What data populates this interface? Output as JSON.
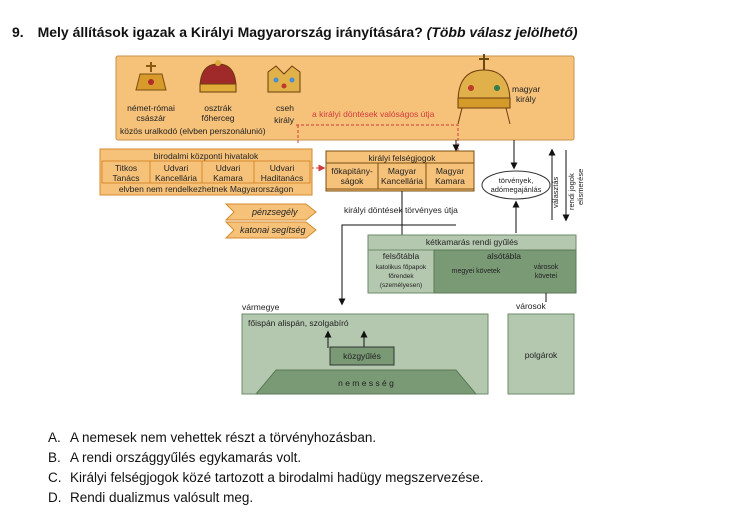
{
  "question": {
    "number": "9.",
    "text": "Mely állítások igazak a Királyi Magyarország irányítására?",
    "hint": "(Több válasz jelölhető)"
  },
  "diagram": {
    "top_box": {
      "ruler1_line1": "német-római",
      "ruler1_line2": "császár",
      "ruler2_line1": "osztrák",
      "ruler2_line2": "főherceg",
      "ruler3_line1": "cseh",
      "ruler3_line2": "király",
      "common_ruler": "közös uralkodó (elvben perszonálunió)",
      "real_decisions": "a királyi döntések valóságos útja",
      "hungarian_king_line1": "magyar",
      "hungarian_king_line2": "király"
    },
    "imperial_offices": {
      "title": "birodalmi központi hivatalok",
      "office1_line1": "Titkos",
      "office1_line2": "Tanács",
      "office2_line1": "Udvari",
      "office2_line2": "Kancellária",
      "office3_line1": "Udvari",
      "office3_line2": "Kamara",
      "office4_line1": "Udvari",
      "office4_line2": "Haditanács",
      "note": "elvben nem rendelkezhetnek Magyarországon"
    },
    "money_aid": "pénzsegély",
    "military_aid": "katonai segítség",
    "royal_prerogatives": {
      "title": "királyi felségjogok",
      "item1_line1": "főkapitány-",
      "item1_line2": "ságok",
      "item2_line1": "Magyar",
      "item2_line2": "Kancellária",
      "item3_line1": "Magyar",
      "item3_line2": "Kamara"
    },
    "laws_line1": "törvények,",
    "laws_line2": "adómegajánlás",
    "legal_path": "királyi döntések törvényes útja",
    "side_label1": "választás",
    "side_label2": "rendi jogok",
    "side_label3": "elismerése",
    "diet": {
      "title": "kétkamarás rendi gyűlés",
      "upper": "felsőtábla",
      "upper_line1": "katolikus főpapok",
      "upper_line2": "főrendek",
      "upper_line3": "(személyesen)",
      "lower": "alsótábla",
      "lower_county": "megyei követek",
      "lower_town_line1": "városok",
      "lower_town_line2": "követei"
    },
    "county": {
      "label": "vármegye",
      "officials": "főispán  alispán, szolgabíró",
      "assembly": "közgyűlés",
      "nobility": "n e m e s s é g"
    },
    "towns": {
      "label": "városok",
      "citizens": "polgárok"
    },
    "colors": {
      "orange": "#f6c27a",
      "orange_border": "#d58a2c",
      "green_dark": "#7a9a76",
      "green_light": "#b4c8af",
      "red_dashed": "#d23b3b"
    }
  },
  "options": [
    {
      "letter": "A.",
      "text": "A nemesek nem vehettek részt a törvényhozásban."
    },
    {
      "letter": "B.",
      "text": "A rendi országgyűlés egykamarás volt."
    },
    {
      "letter": "C.",
      "text": "Királyi felségjogok közé tartozott a birodalmi hadügy megszervezése."
    },
    {
      "letter": "D.",
      "text": "Rendi dualizmus valósult meg."
    }
  ]
}
